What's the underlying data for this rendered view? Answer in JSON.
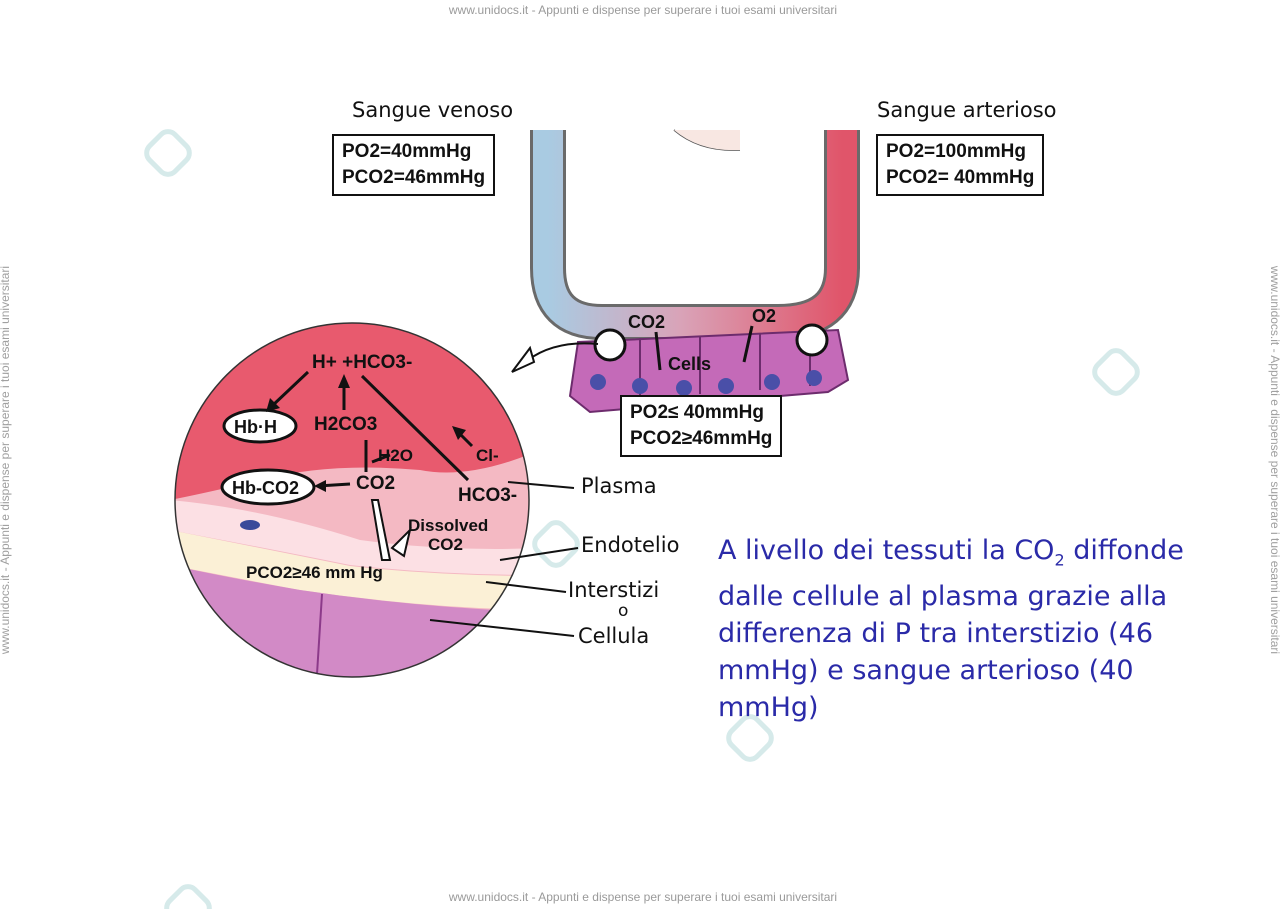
{
  "watermark": {
    "top": "www.unidocs.it - Appunti e dispense per superare i tuoi esami universitari",
    "bottom": "www.unidocs.it - Appunti e dispense per superare i tuoi esami universitari",
    "left": "www.unidocs.it - Appunti e dispense per superare i tuoi esami universitari",
    "right": "www.unidocs.it - Appunti e dispense per superare i tuoi esami universitari"
  },
  "venous": {
    "title": "Sangue venoso",
    "po2": "PO2=40mmHg",
    "pco2": "PCO2=46mmHg"
  },
  "arterial": {
    "title": "Sangue arterioso",
    "po2": "PO2=100mmHg",
    "pco2": "PCO2= 40mmHg"
  },
  "tissue": {
    "co2_label": "CO2",
    "o2_label": "O2",
    "cells_label": "Cells",
    "po2": "PO2≤ 40mmHg",
    "pco2": "PCO2≥46mmHg"
  },
  "zoom": {
    "ions": "H+ +HCO3-",
    "hbh": "Hb·H",
    "h2co3": "H2CO3",
    "h2o": "H2O",
    "cl": "Cl-",
    "hbco2": "Hb-CO2",
    "co2": "CO2",
    "hco3": "HCO3-",
    "dissolved": "Dissolved",
    "dissolved_co2": "CO2",
    "pco2": "PCO2≥46 mm Hg"
  },
  "labels": {
    "plasma": "Plasma",
    "endotelio": "Endotelio",
    "interstizio": "Interstizi",
    "interstizio_o": "o",
    "cellula": "Cellula"
  },
  "caption": {
    "line1_pre": "A livello dei tessuti la CO",
    "line1_sub": "2",
    "rest": "diffonde dalle cellule al plasma grazie alla differenza di P tra interstizio (46 mmHg) e sangue arterioso (40 mmHg)"
  },
  "colors": {
    "venous": "#a9cbe2",
    "arterial": "#e0556a",
    "plasma": "#e85a6e",
    "cells": "#c46ab8",
    "caption": "#2a2aa8"
  }
}
